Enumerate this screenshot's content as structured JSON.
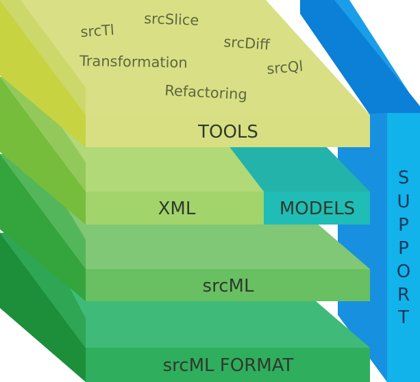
{
  "layers": {
    "tools": {
      "label": "TOOLS",
      "color": "#d8df82"
    },
    "xml": {
      "label": "XML",
      "color": "#a3d36b"
    },
    "models": {
      "label": "MODELS",
      "color": "#1fbdb5"
    },
    "srcml": {
      "label": "srcML",
      "color": "#68c063"
    },
    "format": {
      "label": "srcML FORMAT",
      "color": "#2fae5e"
    }
  },
  "support": {
    "label": "SUPPORT",
    "letters": [
      "S",
      "U",
      "P",
      "P",
      "O",
      "R",
      "T"
    ],
    "color": "#12a8e8"
  },
  "tools_list": [
    "srcTl",
    "srcSlice",
    "srcDiff",
    "Transformation",
    "srcQl",
    "Refactoring"
  ]
}
